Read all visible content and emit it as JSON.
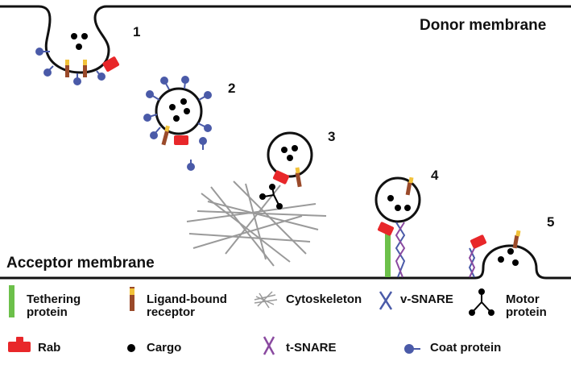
{
  "labels": {
    "donor": "Donor membrane",
    "acceptor": "Acceptor membrane"
  },
  "steps": [
    "1",
    "2",
    "3",
    "4",
    "5"
  ],
  "legend": {
    "tethering": {
      "line1": "Tethering",
      "line2": "protein"
    },
    "ligand_receptor": {
      "line1": "Ligand-bound",
      "line2": "receptor"
    },
    "cytoskeleton": {
      "line1": "Cytoskeleton"
    },
    "v_snare": {
      "line1": "v-SNARE"
    },
    "motor": {
      "line1": "Motor",
      "line2": "protein"
    },
    "rab": {
      "line1": "Rab"
    },
    "cargo": {
      "line1": "Cargo"
    },
    "t_snare": {
      "line1": "t-SNARE"
    },
    "coat": {
      "line1": "Coat protein"
    }
  },
  "colors": {
    "membrane": "#111111",
    "cargo": "#000000",
    "coat": "#4a5aa8",
    "rab": "#e8272a",
    "receptor": "#9a4a2a",
    "ligand": "#f2c23a",
    "tethering": "#6cc04a",
    "v_snare": "#4a5aa8",
    "t_snare": "#8a4aa0",
    "cytoskeleton": "#9a9a9a"
  },
  "icons": [
    "tethering-protein-icon",
    "ligand-receptor-icon",
    "cytoskeleton-icon",
    "v-snare-icon",
    "motor-protein-icon",
    "rab-icon",
    "cargo-icon",
    "t-snare-icon",
    "coat-protein-icon"
  ]
}
